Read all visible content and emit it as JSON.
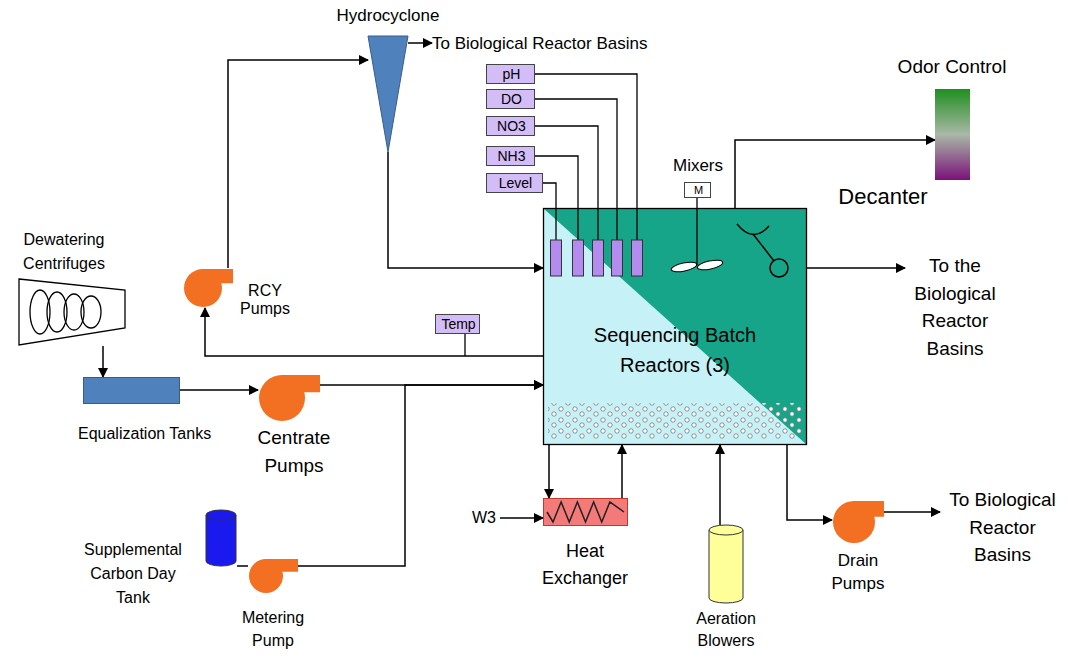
{
  "diagram": {
    "nodes": [
      {
        "text": [
          "Hydrocyclone"
        ]
      },
      {
        "text": [
          "To Biological Reactor Basins"
        ]
      },
      {
        "text": [
          "pH"
        ]
      },
      {
        "text": [
          "DO"
        ]
      },
      {
        "text": [
          "NO3"
        ]
      },
      {
        "text": [
          "NH3"
        ]
      },
      {
        "text": [
          "Level"
        ]
      },
      {
        "text": [
          "Mixers",
          "M"
        ]
      },
      {
        "text": [
          "Odor Control"
        ]
      },
      {
        "text": [
          "Sequencing Batch Reactors (3)"
        ]
      },
      {
        "text": [
          "Decanter"
        ],
        "in": 9
      },
      {
        "text": [
          "Dewatering Centrifuges"
        ]
      },
      {
        "text": [
          "RCY Pumps"
        ]
      },
      {
        "text": [
          "Temp"
        ]
      },
      {
        "text": [
          "To the Biological Reactor Basins"
        ]
      },
      {
        "text": [
          "Equalization Tanks"
        ]
      },
      {
        "text": [
          "Centrate Pumps"
        ]
      },
      {
        "text": [
          "Supplemental Carbon Day Tank"
        ]
      },
      {
        "text": [
          "Metering Pump"
        ]
      },
      {
        "text": [
          "W3"
        ]
      },
      {
        "text": [
          "Heat Exchanger"
        ]
      },
      {
        "text": [
          "Aeration Blowers"
        ]
      },
      {
        "text": [
          "Drain Pumps"
        ]
      },
      {
        "text": [
          "To Biological Reactor Basins"
        ]
      }
    ],
    "edges": [
      {
        "from": 12,
        "to": 0,
        "arrow": "to"
      },
      {
        "from": 0,
        "to": 1,
        "arrow": "to"
      },
      {
        "from": 0,
        "to": 9,
        "arrow": "to"
      },
      {
        "from": 9,
        "to": 12,
        "arrow": "to"
      },
      {
        "from": 9,
        "to": 8,
        "arrow": "to"
      },
      {
        "from": 10,
        "to": 14,
        "arrow": "to"
      },
      {
        "from": 11,
        "to": 15,
        "arrow": "to"
      },
      {
        "from": 15,
        "to": 16,
        "arrow": "to"
      },
      {
        "from": 16,
        "to": 9,
        "arrow": "to"
      },
      {
        "from": 18,
        "to": 9,
        "arrow": "to"
      },
      {
        "from": 17,
        "to": 18,
        "arrow": "none"
      },
      {
        "from": 9,
        "to": 20,
        "arrow": "to"
      },
      {
        "from": 20,
        "to": 9,
        "arrow": "to"
      },
      {
        "from": 19,
        "to": 20,
        "arrow": "to"
      },
      {
        "from": 21,
        "to": 9,
        "arrow": "to"
      },
      {
        "from": 9,
        "to": 22,
        "arrow": "to"
      },
      {
        "from": 22,
        "to": 23,
        "arrow": "to"
      }
    ]
  }
}
